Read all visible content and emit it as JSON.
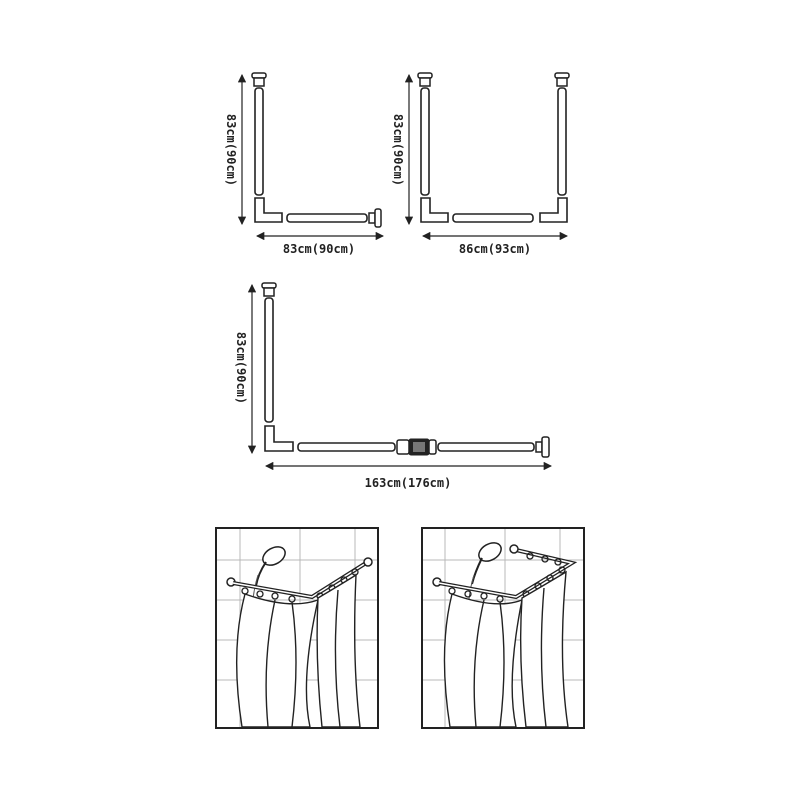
{
  "colors": {
    "line": "#222222",
    "rod_fill": "#ffffff",
    "tile_line": "#b9b9b9",
    "frame": "#222222"
  },
  "diagrams": [
    {
      "name": "l-shape-small",
      "height_label": "83cm(90cm)",
      "width_label": "83cm(90cm)"
    },
    {
      "name": "u-shape",
      "height_label": "83cm(90cm)",
      "width_label": "86cm(93cm)"
    },
    {
      "name": "l-shape-long",
      "height_label": "83cm(90cm)",
      "width_label": "163cm(176cm)"
    }
  ],
  "illustrations": [
    {
      "name": "l-rod-installed",
      "icon": "shower-curtain-l-rod-icon"
    },
    {
      "name": "u-rod-installed",
      "icon": "shower-curtain-u-rod-icon"
    }
  ]
}
